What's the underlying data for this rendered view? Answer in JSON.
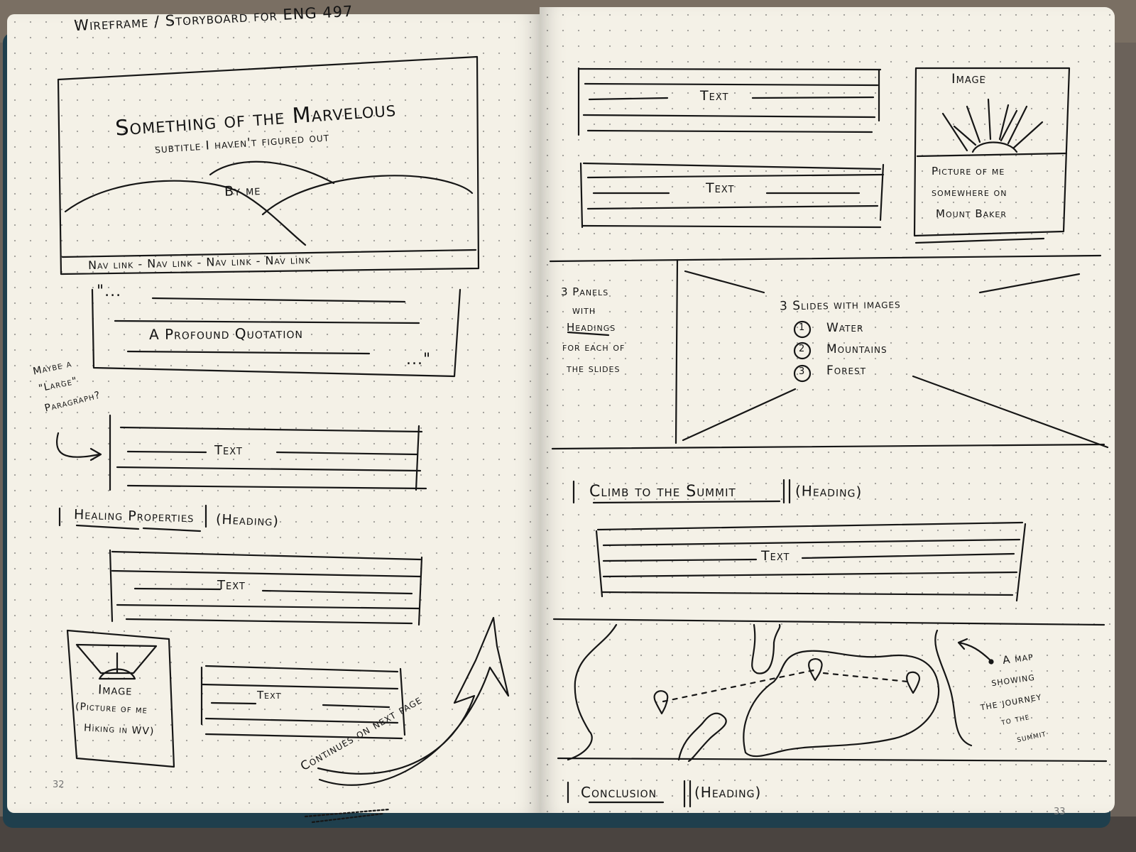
{
  "left_page": {
    "header": "Wireframe / Storyboard for ENG 497",
    "hero": {
      "title": "Something of the Marvelous",
      "subtitle": "subtitle I haven't figured out",
      "byline": "By me",
      "nav": "Nav link - Nav link - Nav link - Nav link"
    },
    "quote": {
      "open": "\"...",
      "text": "A Profound Quotation",
      "close": "...\""
    },
    "side_note": [
      "Maybe a",
      "\"Large\"",
      "Paragraph?"
    ],
    "text_block_1": "Text",
    "heading_1": "Healing Properties",
    "heading_1_note": "(Heading)",
    "text_block_2": "Text",
    "image_box": {
      "label": "Image",
      "caption_1": "(Picture of me",
      "caption_2": "Hiking in WV)"
    },
    "text_block_3": "Text",
    "continues": "Continues on next page",
    "page_number": "32"
  },
  "right_page": {
    "text_block_a": "Text",
    "text_block_b": "Text",
    "image_box": {
      "label": "Image",
      "caption_1": "Picture of me",
      "caption_2": "somewhere on",
      "caption_3": "Mount Baker"
    },
    "panels_note": [
      "3 Panels",
      "with",
      "Headings",
      "for each of",
      "the slides"
    ],
    "slides": {
      "title": "3 Slides with images",
      "items": [
        {
          "num": "1",
          "label": "Water"
        },
        {
          "num": "2",
          "label": "Mountains"
        },
        {
          "num": "3",
          "label": "Forest"
        }
      ]
    },
    "heading_2": "Climb to the Summit",
    "heading_2_note": "(Heading)",
    "text_block_c": "Text",
    "map_note": [
      "A map",
      "showing",
      "the journey",
      "to the",
      "summit"
    ],
    "heading_3": "Conclusion",
    "heading_3_note": "(Heading)",
    "page_number": "33"
  }
}
